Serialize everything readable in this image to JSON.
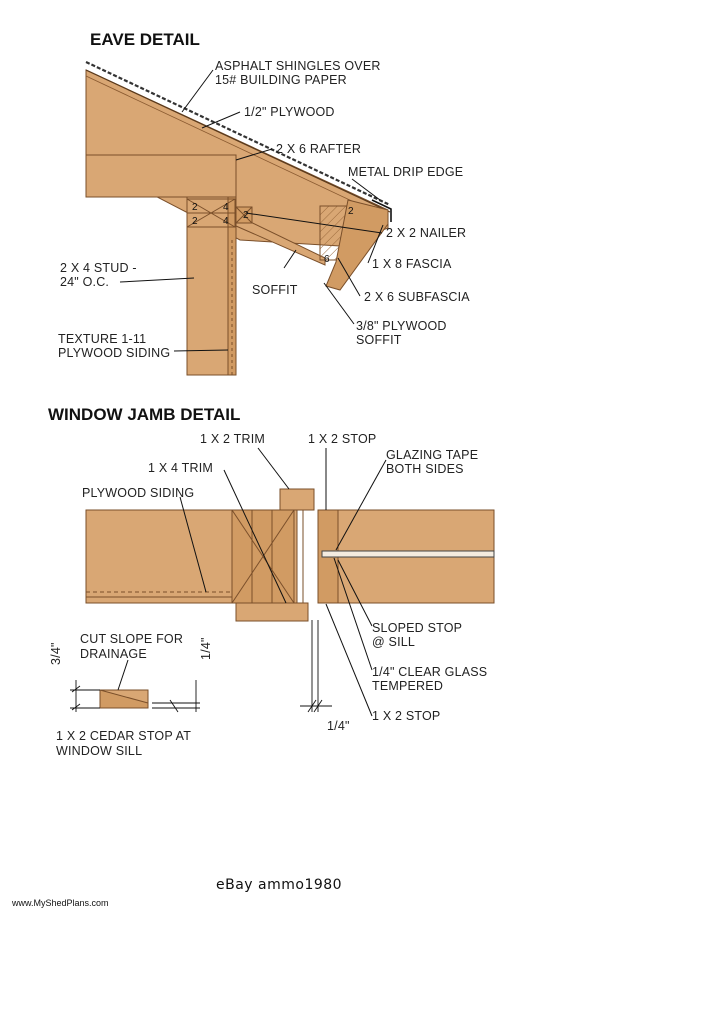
{
  "eave": {
    "title": "EAVE DETAIL",
    "labels": {
      "shingles_1": "ASPHALT SHINGLES OVER",
      "shingles_2": "15# BUILDING PAPER",
      "plywood": "1/2\" PLYWOOD",
      "rafter": "2 X 6 RAFTER",
      "drip_edge": "METAL DRIP EDGE",
      "nailer": "2 X 2 NAILER",
      "fascia": "1 X 8 FASCIA",
      "subfascia": "2 X 6 SUBFASCIA",
      "soffit_ply_1": "3/8\" PLYWOOD",
      "soffit_ply_2": "SOFFIT",
      "soffit": "SOFFIT",
      "stud_1": "2 X 4 STUD -",
      "stud_2": "24\" O.C.",
      "siding_1": "TEXTURE 1-11",
      "siding_2": "PLYWOOD SIDING"
    },
    "member_marks": [
      "2",
      "4",
      "2",
      "4",
      "2",
      "2",
      "6"
    ]
  },
  "jamb": {
    "title": "WINDOW JAMB DETAIL",
    "labels": {
      "trim_1x2": "1 X 2 TRIM",
      "stop_1x2_top": "1 X 2 STOP",
      "glazing_1": "GLAZING TAPE",
      "glazing_2": "BOTH SIDES",
      "trim_1x4": "1 X 4 TRIM",
      "plywood_siding": "PLYWOOD SIDING",
      "sloped_stop_1": "SLOPED STOP",
      "sloped_stop_2": "@ SILL",
      "glass_1": "1/4\" CLEAR GLASS",
      "glass_2": "TEMPERED",
      "stop_1x2_bottom": "1 X 2 STOP",
      "cut_slope_1": "CUT SLOPE FOR",
      "cut_slope_2": "DRAINAGE",
      "cedar_stop_1": "1 X 2 CEDAR STOP AT",
      "cedar_stop_2": "WINDOW SILL",
      "dim_3_4": "3/4\"",
      "dim_1_4_a": "1/4\"",
      "dim_1_4_b": "1/4\""
    }
  },
  "footer": {
    "seller": "eBay ammo1980",
    "site": "www.MyShedPlans.com"
  },
  "colors": {
    "wood": "#d9a774",
    "wood_dark": "#d19b63",
    "edge": "#7a4f2a",
    "ink": "#111111"
  }
}
